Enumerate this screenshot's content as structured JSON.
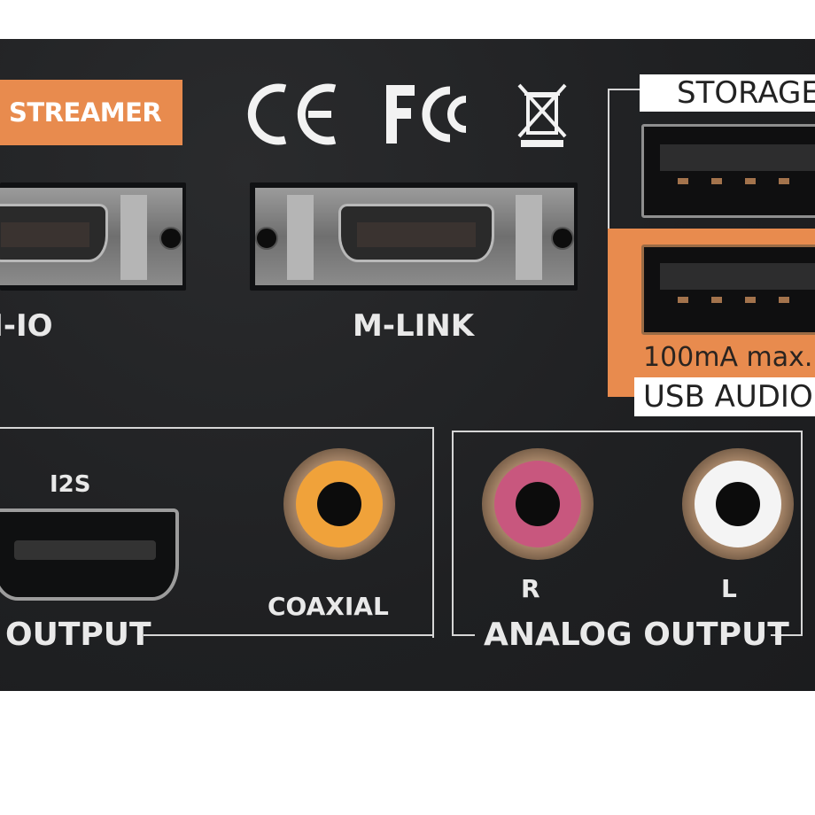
{
  "labels": {
    "streamer": "STREAMER",
    "m_io_partial": "M-IO",
    "m_link": "M-LINK",
    "storage": "STORAGE",
    "usb_current": "100mA max.",
    "usb_audio": "USB AUDIO",
    "i2s": "I2S",
    "digital_output_partial": "OUTPUT",
    "coaxial": "COAXIAL",
    "right_channel": "R",
    "left_channel": "L",
    "analog_output": "ANALOG OUTPUT"
  },
  "colors": {
    "panel": "#222325",
    "streamer_tag": "#e88b4e",
    "usb_audio_highlight": "#e88b4e",
    "coaxial_ring": "#f0a23a",
    "right_ring": "#c8577e",
    "left_ring": "#f2f2f2"
  },
  "icons": [
    "ce-mark-icon",
    "fcc-mark-icon",
    "weee-bin-icon"
  ]
}
